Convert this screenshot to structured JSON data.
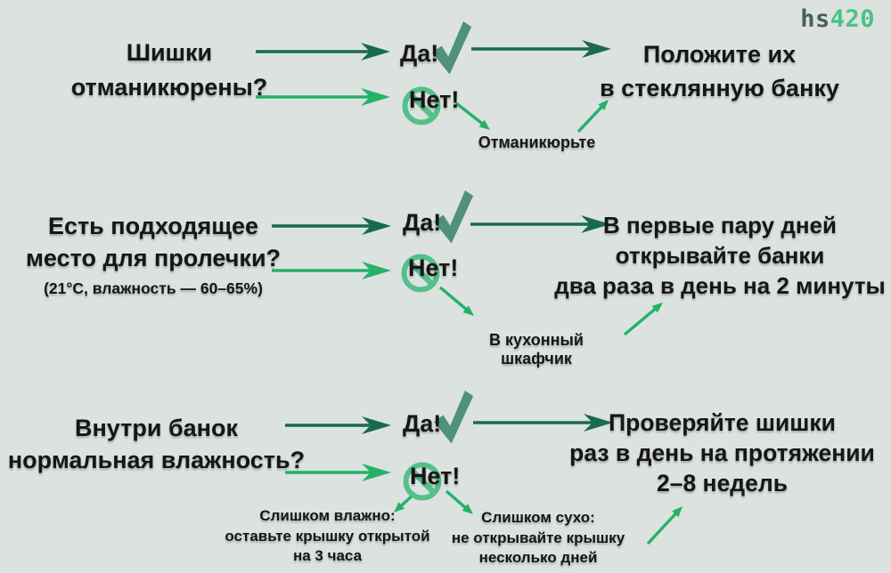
{
  "colors": {
    "bg": "#dce2df",
    "text": "#161616",
    "arrow_dark": "#186a50",
    "arrow_green": "#25b169",
    "check": "#4f9179",
    "ring": "#54c08a",
    "logo_hs": "#44605a",
    "logo_420": "#47c287"
  },
  "logo": {
    "part1": "hs",
    "part2": "420"
  },
  "rows": [
    {
      "question": [
        "Шишки",
        "отманикюрены?"
      ],
      "yes_label": "Да!",
      "no_label": "Нет!",
      "yes_result": [
        "Положите их",
        "в стеклянную банку"
      ],
      "no_action": "Отманикюрьте"
    },
    {
      "question": [
        "Есть подходящее",
        "место для пролечки?"
      ],
      "note": "(21°C, влажность — 60–65%)",
      "yes_label": "Да!",
      "no_label": "Нет!",
      "yes_result": [
        "В первые пару дней",
        "открывайте банки",
        "два раза в день на 2 минуты"
      ],
      "no_action": "В кухонный шкафчик"
    },
    {
      "question": [
        "Внутри банок",
        "нормальная влажность?"
      ],
      "yes_label": "Да!",
      "no_label": "Нет!",
      "yes_result": [
        "Проверяйте шишки",
        "раз в день на протяжении",
        "2–8 недель"
      ],
      "no_branch_wet": [
        "Слишком влажно:",
        "оставьте крышку открытой",
        "на 3 часа"
      ],
      "no_branch_dry": [
        "Слишком сухо:",
        "не открывайте крышку",
        "несколько дней"
      ]
    }
  ]
}
